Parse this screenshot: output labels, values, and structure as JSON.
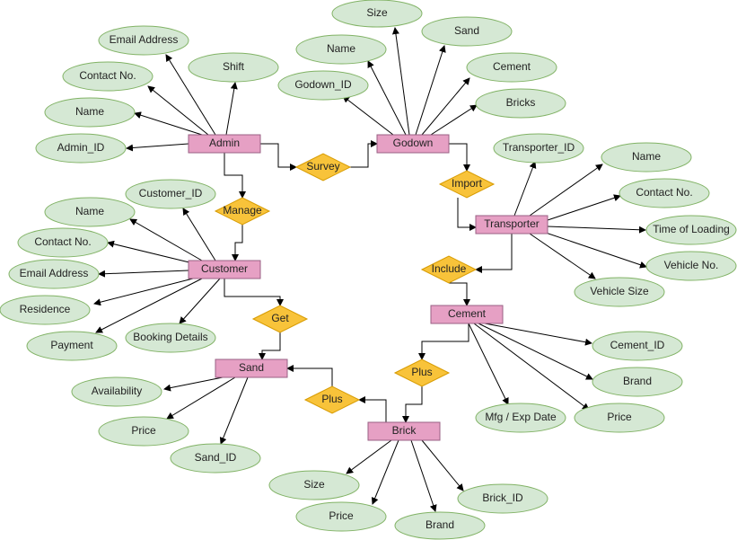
{
  "entities": {
    "admin": "Admin",
    "godown": "Godown",
    "transporter": "Transporter",
    "customer": "Customer",
    "cement": "Cement",
    "sand": "Sand",
    "brick": "Brick"
  },
  "relationships": {
    "survey": "Survey",
    "import": "Import",
    "manage": "Manage",
    "include": "Include",
    "get": "Get",
    "plus_cement_brick": "Plus",
    "plus_brick_sand": "Plus"
  },
  "attributes": {
    "admin": {
      "email": "Email Address",
      "shift": "Shift",
      "contact": "Contact No.",
      "name": "Name",
      "id": "Admin_ID"
    },
    "godown": {
      "size": "Size",
      "sand": "Sand",
      "name": "Name",
      "cement": "Cement",
      "id": "Godown_ID",
      "bricks": "Bricks"
    },
    "transporter": {
      "id": "Transporter_ID",
      "name": "Name",
      "contact": "Contact No.",
      "loading": "Time of Loading",
      "vehicle_no": "Vehicle No.",
      "vehicle_size": "Vehicle Size"
    },
    "customer": {
      "id": "Customer_ID",
      "name": "Name",
      "contact": "Contact No.",
      "email": "Email Address",
      "residence": "Residence",
      "payment": "Payment",
      "booking": "Booking Details"
    },
    "cement": {
      "id": "Cement_ID",
      "brand": "Brand",
      "price": "Price",
      "mfg": "Mfg / Exp Date"
    },
    "sand": {
      "availability": "Availability",
      "price": "Price",
      "id": "Sand_ID"
    },
    "brick": {
      "size": "Size",
      "price": "Price",
      "brand": "Brand",
      "id": "Brick_ID"
    }
  }
}
